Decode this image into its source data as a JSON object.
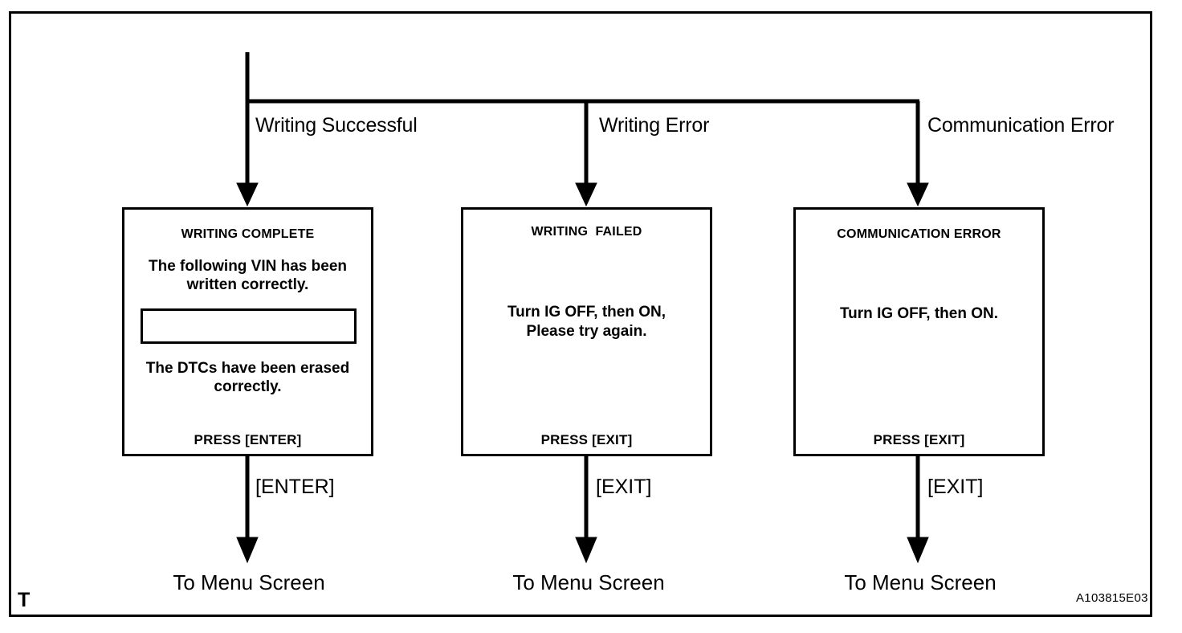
{
  "diagram": {
    "figure_code": "A103815E03",
    "corner_mark": "T",
    "branches": [
      {
        "label": "Writing Successful"
      },
      {
        "label": "Writing Error"
      },
      {
        "label": "Communication Error"
      }
    ],
    "screens": [
      {
        "title": "WRITING COMPLETE",
        "body_line1": "The following VIN has been",
        "body_line2": "written correctly.",
        "field_value": "",
        "body_line3": "The DTCs have been erased",
        "body_line4": "correctly.",
        "footer": "PRESS [ENTER]"
      },
      {
        "title": "WRITING  FAILED",
        "body_line1": "Turn IG OFF, then ON,",
        "body_line2": "Please try again.",
        "footer": "PRESS [EXIT]"
      },
      {
        "title": "COMMUNICATION ERROR",
        "body_line1": "Turn IG OFF, then ON.",
        "footer": "PRESS [EXIT]"
      }
    ],
    "key_labels": [
      {
        "label": "[ENTER]"
      },
      {
        "label": "[EXIT]"
      },
      {
        "label": "[EXIT]"
      }
    ],
    "terminals": [
      {
        "label": "To Menu Screen"
      },
      {
        "label": "To Menu Screen"
      },
      {
        "label": "To Menu Screen"
      }
    ],
    "colors": {
      "line": "#000000",
      "background": "#ffffff"
    }
  }
}
